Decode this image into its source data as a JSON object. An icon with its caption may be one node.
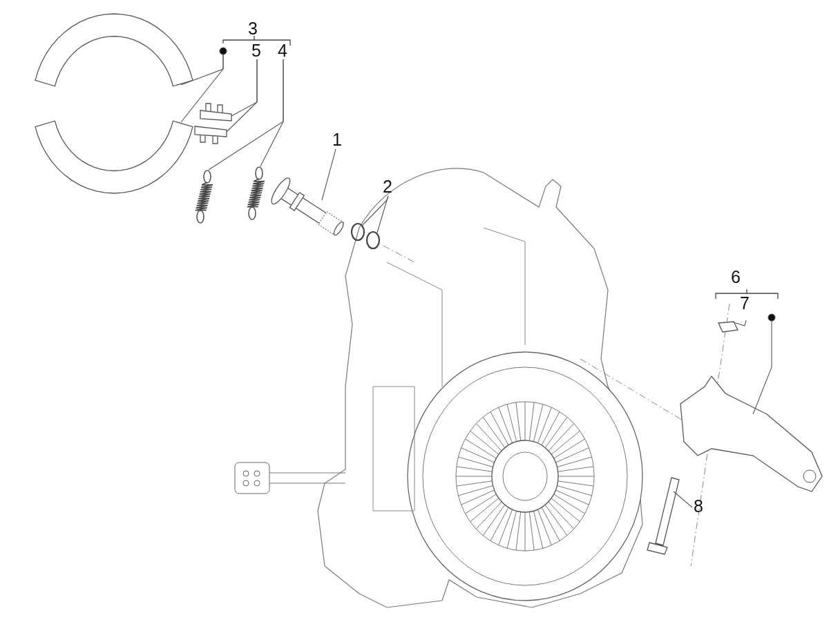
{
  "diagram": {
    "nodes": [
      {
        "text": [
          "1"
        ]
      },
      {
        "text": [],
        "shape": "picture"
      },
      {
        "text": [
          "2"
        ]
      },
      {
        "text": [],
        "shape": "circle"
      },
      {
        "text": [],
        "shape": "circle"
      },
      {
        "text": [
          "5"
        ]
      },
      {
        "text": [],
        "shape": "picture"
      },
      {
        "text": [],
        "shape": "picture"
      },
      {
        "text": [
          "4"
        ]
      },
      {
        "text": [],
        "shape": "picture"
      },
      {
        "text": [],
        "shape": "picture"
      },
      {
        "text": [],
        "shape": "circle"
      },
      {
        "text": [],
        "shape": "picture"
      },
      {
        "text": [],
        "shape": "picture"
      },
      {
        "text": [
          "7"
        ]
      },
      {
        "text": [],
        "shape": "picture"
      },
      {
        "text": [],
        "shape": "circle"
      },
      {
        "text": [],
        "shape": "picture"
      },
      {
        "text": [
          "8"
        ]
      },
      {
        "text": [],
        "shape": "picture"
      }
    ],
    "edges": [
      {
        "from": 0,
        "to": 1,
        "arrow": "none"
      },
      {
        "from": 2,
        "to": 3,
        "arrow": "none"
      },
      {
        "from": 2,
        "to": 4,
        "arrow": "none"
      },
      {
        "from": 5,
        "to": 6,
        "arrow": "none"
      },
      {
        "from": 5,
        "to": 7,
        "arrow": "none"
      },
      {
        "from": 8,
        "to": 9,
        "arrow": "none"
      },
      {
        "from": 8,
        "to": 10,
        "arrow": "none"
      },
      {
        "from": 11,
        "to": 12,
        "arrow": "none"
      },
      {
        "from": 11,
        "to": 13,
        "arrow": "none"
      },
      {
        "from": 14,
        "to": 15,
        "arrow": "none"
      },
      {
        "from": 16,
        "to": 17,
        "arrow": "none"
      },
      {
        "from": 18,
        "to": 19,
        "arrow": "none"
      }
    ],
    "labels": [
      "3",
      "6"
    ]
  }
}
